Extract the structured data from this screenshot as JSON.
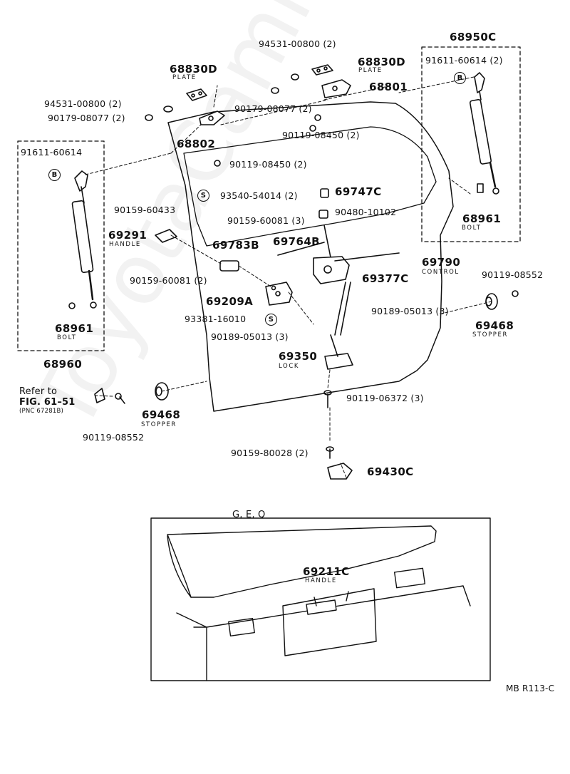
{
  "watermark": "ToyotaCamry.ru",
  "diagram_code": "MB R113-C",
  "variant_label": "G, E, Q",
  "reference": {
    "line1": "Refer to",
    "line2": "FIG. 61–51",
    "line3": "(PNC 67281B)"
  },
  "parts": {
    "p68950C": "68950C",
    "p91611_60614_2": "91611-60614 (2)",
    "p94531_00800_2_top": "94531-00800 (2)",
    "p68830D_left": "68830D",
    "p68830D_left_sub": "PLATE",
    "p68830D_right": "68830D",
    "p68830D_right_sub": "PLATE",
    "p68801": "68801",
    "p94531_00800_2_left": "94531-00800 (2)",
    "p90179_08077_2_left": "90179-08077 (2)",
    "p90179_08077_2_mid": "90179-08077 (2)",
    "p68802": "68802",
    "p90119_08450_2_top": "90119-08450 (2)",
    "p91611_60614": "91611-60614",
    "p90119_08450_2_mid": "90119-08450 (2)",
    "p93540_54014_2": "93540-54014 (2)",
    "p69747C": "69747C",
    "p90159_60433": "90159-60433",
    "p90480_10102": "90480-10102",
    "p68961_right": "68961",
    "p68961_right_sub": "BOLT",
    "p90159_60081_3": "90159-60081 (3)",
    "p69291": "69291",
    "p69291_sub": "HANDLE",
    "p69764B": "69764B",
    "p69783B": "69783B",
    "p69790": "69790",
    "p69790_sub": "CONTROL",
    "p90159_60081_2": "90159-60081 (2)",
    "p69377C": "69377C",
    "p90119_08552_right": "90119-08552",
    "p69209A": "69209A",
    "p90189_05013_3_right": "90189-05013 (3)",
    "p68961_left": "68961",
    "p68961_left_sub": "BOLT",
    "p93381_16010": "93381-16010",
    "p69468_right": "69468",
    "p69468_right_sub": "STOPPER",
    "p90189_05013_3_left": "90189-05013 (3)",
    "p68960": "68960",
    "p69350": "69350",
    "p69350_sub": "LOCK",
    "p90119_06372_3": "90119-06372 (3)",
    "p69468_left": "69468",
    "p69468_left_sub": "STOPPER",
    "p90119_08552_left": "90119-08552",
    "p90159_80028_2": "90159-80028 (2)",
    "p69430C": "69430C",
    "p69211C": "69211C",
    "p69211C_sub": "HANDLE"
  },
  "marks": {
    "b_circle": "B",
    "s_circle": "S"
  }
}
